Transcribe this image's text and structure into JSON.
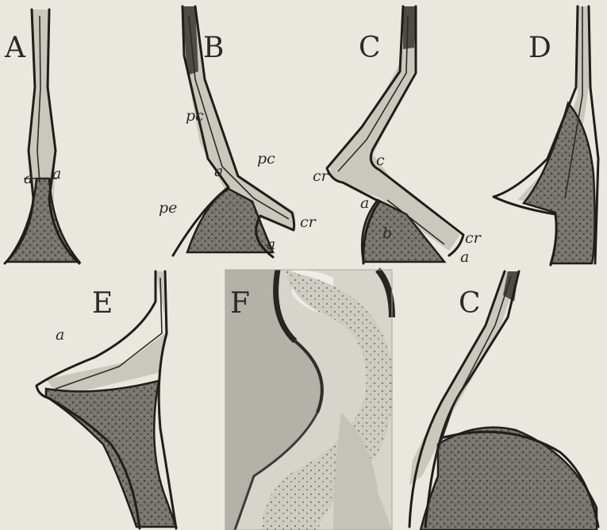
{
  "figure": {
    "panels": [
      {
        "id": "A",
        "label": "A",
        "annotations": [
          "a",
          "a"
        ]
      },
      {
        "id": "B",
        "label": "B",
        "annotations": [
          "pc",
          "pc",
          "a",
          "pe",
          "cr",
          "a"
        ]
      },
      {
        "id": "C1",
        "label": "C",
        "annotations": [
          "cr",
          "c",
          "a",
          "b",
          "cr",
          "a"
        ]
      },
      {
        "id": "D",
        "label": "D",
        "annotations": []
      },
      {
        "id": "E",
        "label": "E",
        "annotations": [
          "a"
        ]
      },
      {
        "id": "F",
        "label": "F",
        "annotations": []
      },
      {
        "id": "C2",
        "label": "C",
        "annotations": []
      }
    ]
  },
  "colors": {
    "background": "#e9e8df",
    "bone_dark": "#6e6d66",
    "cartilage": "#c9c8bd",
    "ink": "#1e1e1a"
  }
}
